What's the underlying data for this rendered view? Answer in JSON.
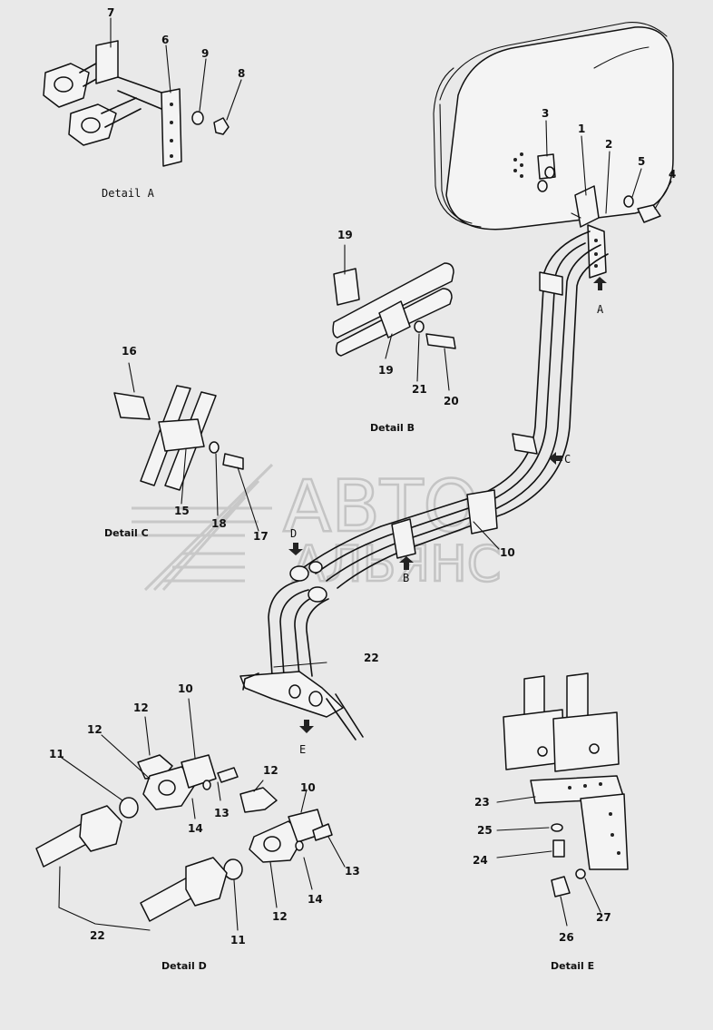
{
  "watermark": {
    "line1": "АВТО",
    "line2": "АЛЬЯНС"
  },
  "labels": {
    "detail_a": "Detail A",
    "detail_b": "Detail B",
    "detail_c": "Detail C",
    "detail_d": "Detail D",
    "detail_e": "Detail E",
    "view_a": "A",
    "view_b": "B",
    "view_c": "C",
    "view_d": "D",
    "view_e": "E"
  },
  "part_numbers": {
    "n1": "1",
    "n2": "2",
    "n3": "3",
    "n4": "4",
    "n5": "5",
    "n6": "6",
    "n7": "7",
    "n8": "8",
    "n9": "9",
    "n10_main": "10",
    "n10_d1": "10",
    "n10_d2": "10",
    "n11_a": "11",
    "n11_b": "11",
    "n12_a": "12",
    "n12_b": "12",
    "n12_c": "12",
    "n12_d": "12",
    "n13_a": "13",
    "n13_b": "13",
    "n14_a": "14",
    "n14_b": "14",
    "n15": "15",
    "n16": "16",
    "n17": "17",
    "n18": "18",
    "n19_a": "19",
    "n19_b": "19",
    "n20": "20",
    "n21": "21",
    "n22_main": "22",
    "n22_d": "22",
    "n23": "23",
    "n24": "24",
    "n25": "25",
    "n26": "26",
    "n27": "27"
  }
}
